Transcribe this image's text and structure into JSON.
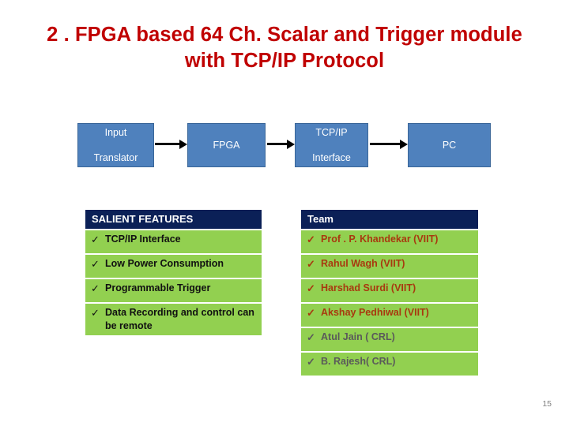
{
  "slide": {
    "title_line_1": "2 . FPGA based 64 Ch. Scalar and Trigger module",
    "title_line_2": "with TCP/IP Protocol",
    "title_color": "#C00000",
    "page_number": "15"
  },
  "flow_diagram": {
    "box_color": "#4F81BD",
    "boxes": [
      {
        "name": "input-translator",
        "line_1": "Input",
        "line_2": "Translator"
      },
      {
        "name": "fpga",
        "line_1": "FPGA",
        "line_2": ""
      },
      {
        "name": "tcpip-interface",
        "line_1": "TCP/IP",
        "line_2": "Interface"
      },
      {
        "name": "pc",
        "line_1": "PC",
        "line_2": ""
      }
    ],
    "arrow_count": 3
  },
  "salient_features": {
    "header": "SALIENT FEATURES",
    "header_color": "#0B2057",
    "row_color": "#92D050",
    "bullet": "✓",
    "rows": [
      {
        "text": "TCP/IP Interface"
      },
      {
        "text": "Low Power Consumption"
      },
      {
        "text": "Programmable Trigger"
      },
      {
        "text": "Data Recording and control can be remote"
      }
    ]
  },
  "team": {
    "header": "Team",
    "header_color": "#0B2057",
    "row_color": "#92D050",
    "bullet": "✓",
    "viit_color": "#A8390F",
    "crl_color": "#5A5A5A",
    "rows": [
      {
        "text": "Prof . P. Khandekar (VIIT)",
        "group": "viit"
      },
      {
        "text": "Rahul Wagh  (VIIT)",
        "group": "viit"
      },
      {
        "text": "Harshad Surdi (VIIT)",
        "group": "viit"
      },
      {
        "text": " Akshay Pedhiwal (VIIT)",
        "group": "viit"
      },
      {
        "text": "Atul Jain ( CRL)",
        "group": "crl"
      },
      {
        "text": "B. Rajesh( CRL)",
        "group": "crl"
      }
    ]
  }
}
